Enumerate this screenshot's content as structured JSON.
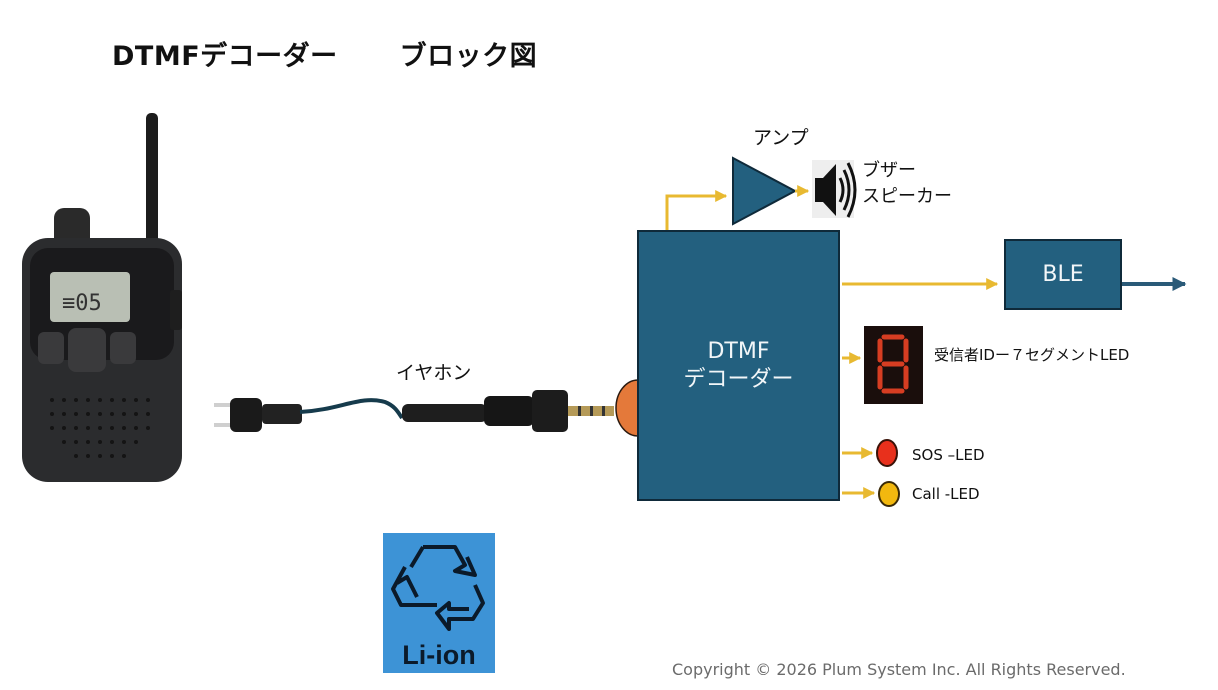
{
  "title": {
    "main": "DTMFデコーダー",
    "sub": "ブロック図"
  },
  "blocks": {
    "decoder": {
      "line1": "DTMF",
      "line2": "デコーダー"
    },
    "amp": "アンプ",
    "speaker": {
      "line1": "ブザー",
      "line2": "スピーカー"
    },
    "ble": "BLE",
    "seven_segment": {
      "label": "受信者IDー７セグメントLED",
      "digit": "8"
    },
    "sos_led": "SOS –LED",
    "call_led": "Call -LED",
    "earphone": "イヤホン",
    "battery": "Li-ion"
  },
  "colors": {
    "block": "#23607f",
    "arrow": "#e8b931",
    "jack": "#e4793a",
    "sos": "#e8301c",
    "call": "#f2b80f",
    "battery_bg": "#3d93d6"
  },
  "footer": {
    "copyright": "Copyright © 2026 Plum System Inc. All Rights Reserved."
  }
}
